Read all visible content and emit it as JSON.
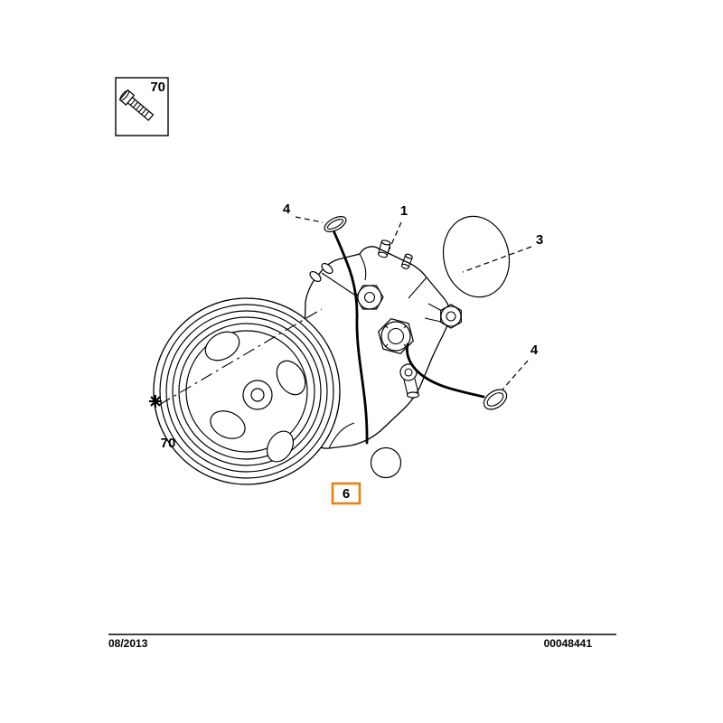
{
  "diagram": {
    "thumb_box": {
      "label": "70"
    },
    "callouts": {
      "oring_top": "4",
      "pump_assembly": "1",
      "disc_seal": "3",
      "oring_right": "4",
      "pulley_bolt": "70",
      "plug_cap": "6"
    },
    "footer": {
      "date": "08/2013",
      "reference": "00048441"
    },
    "colors": {
      "highlight": "#e6820e",
      "line": "#000000"
    }
  }
}
